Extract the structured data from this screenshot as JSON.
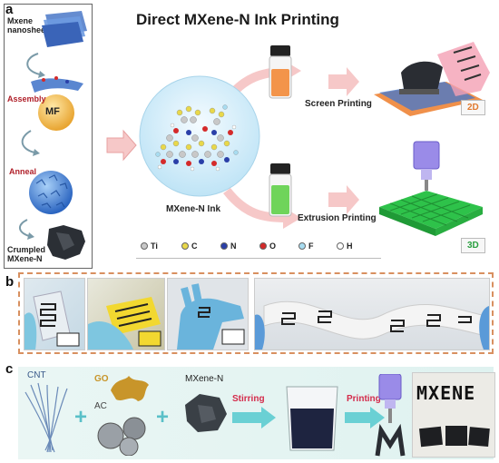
{
  "panel_a": {
    "letter": "a",
    "title": "Direct MXene-N Ink Printing",
    "left": {
      "label_nanosheets": "Mxene\nnanosheets",
      "label_assembly": "Assembly",
      "label_mf": "MF",
      "label_anneal": "Anneal",
      "label_crumpled": "Crumpled\nMXene-N"
    },
    "ink_label": "MXene-N Ink",
    "screen_printing": "Screen Printing",
    "extrusion_printing": "Extrusion Printing",
    "badge_2d": "2D",
    "badge_3d": "3D",
    "legend": [
      {
        "symbol": "Ti",
        "color": "#c8c8c8"
      },
      {
        "symbol": "C",
        "color": "#e8d84a"
      },
      {
        "symbol": "N",
        "color": "#2a3fa8"
      },
      {
        "symbol": "O",
        "color": "#d42a2a"
      },
      {
        "symbol": "F",
        "color": "#a8dcf0"
      },
      {
        "symbol": "H",
        "color": "#ffffff"
      }
    ]
  },
  "panel_b": {
    "letter": "b"
  },
  "panel_c": {
    "letter": "c",
    "cnt": "CNT",
    "go": "GO",
    "ac": "AC",
    "mxene_n": "MXene-N",
    "stirring": "Stirring",
    "printing": "Printing",
    "photo_text": "MXENE"
  }
}
